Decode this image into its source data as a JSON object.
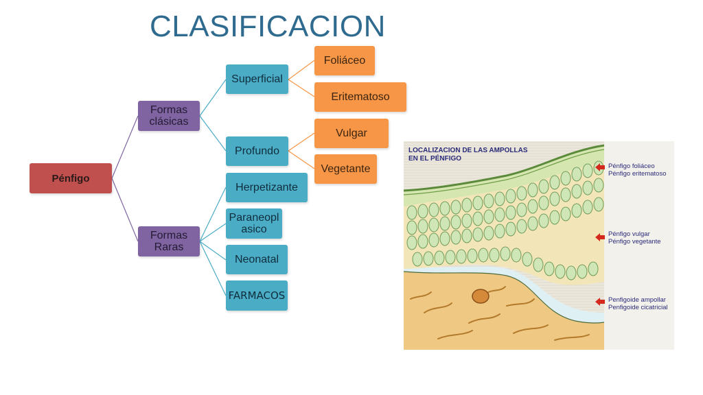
{
  "title": "CLASIFICACION",
  "tree": {
    "root": "Pénfigo",
    "formas_clasicas": "Formas clásicas",
    "formas_raras": "Formas Raras",
    "superficial": "Superficial",
    "profundo": "Profundo",
    "foliaceo": "Foliáceo",
    "eritematoso": "Eritematoso",
    "vulgar": "Vulgar",
    "vegetante": "Vegetante",
    "herpetizante": "Herpetizante",
    "paraneoplasico": "Paraneopl asico",
    "neonatal": "Neonatal",
    "farmacos": "FARMACOS"
  },
  "figure": {
    "title": "LOCALIZACION DE LAS AMPOLLAS EN EL PÉNFIGO",
    "labels": [
      "Pénfigo foliáceo",
      "Pénfigo eritematoso",
      "Pénfigo vulgar",
      "Pénfigo vegetante",
      "Penfigoide ampollar",
      "Penfigoide cicatricial"
    ]
  },
  "colors": {
    "root": "#c0504d",
    "level1": "#8064a2",
    "level2": "#4bacc6",
    "level3": "#f79646",
    "title": "#2f6a8f",
    "arrow": "#d42a1e"
  }
}
